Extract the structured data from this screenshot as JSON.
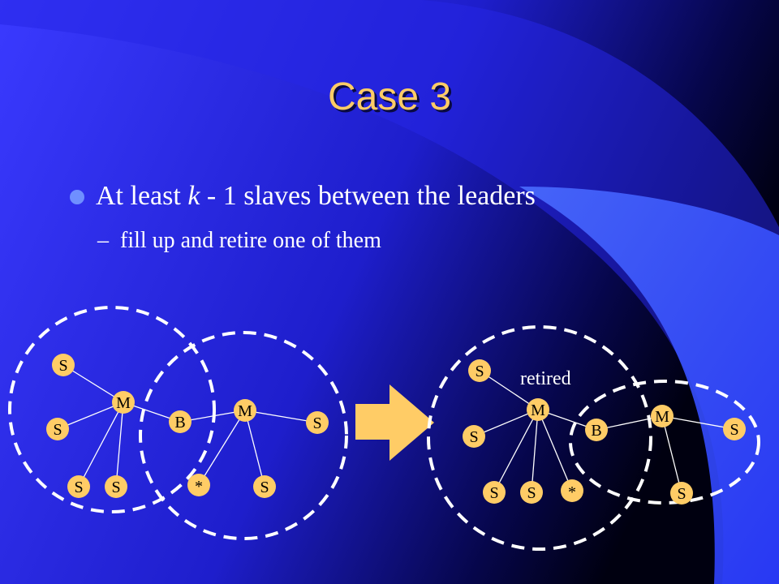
{
  "colors": {
    "bg_start": "#3333ff",
    "bg_end": "#000033",
    "title": "#FFCC66",
    "node": "#FFCC66",
    "arrow": "#FFCC66",
    "circle": "#ffffff"
  },
  "slide": {
    "title": "Case 3",
    "bullet": {
      "prefix": "At least ",
      "k": "k",
      "suffix": " - 1 slaves between the leaders"
    },
    "sub": {
      "dash": "–",
      "text": "fill up and retire one of them"
    }
  },
  "diagram": {
    "left_nodes": [
      "S",
      "M",
      "S",
      "B",
      "M",
      "S",
      "S",
      "S",
      "*",
      "S"
    ],
    "right_nodes": [
      "S",
      "M",
      "S",
      "B",
      "M",
      "S",
      "S",
      "S",
      "*",
      "S"
    ],
    "retired_label": "retired"
  }
}
